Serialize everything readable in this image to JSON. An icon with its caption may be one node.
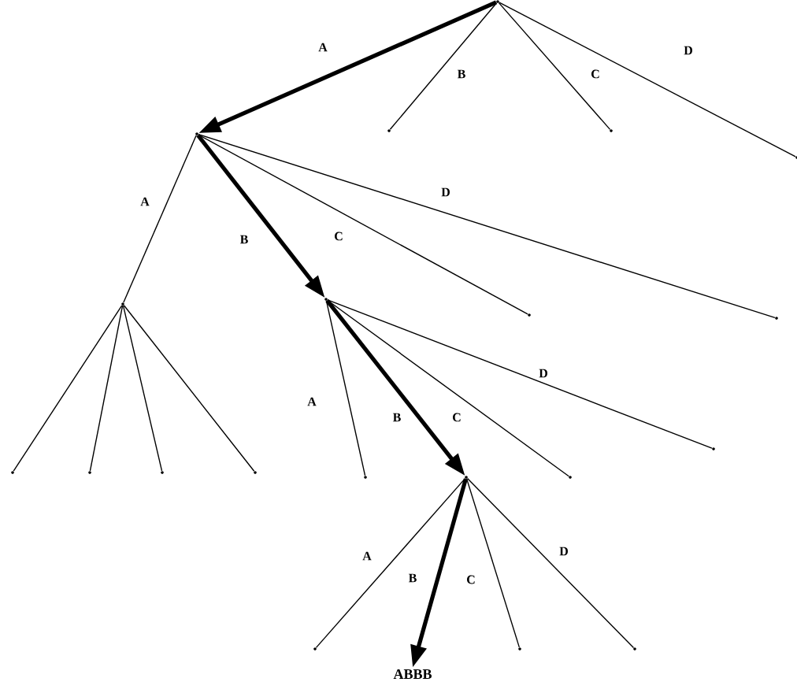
{
  "diagram": {
    "nodes": [
      {
        "text": [],
        "shape": "point"
      },
      {
        "text": [],
        "shape": "point"
      },
      {
        "text": [],
        "shape": "point"
      },
      {
        "text": [],
        "shape": "point"
      },
      {
        "text": [],
        "shape": "point"
      },
      {
        "text": [],
        "shape": "point"
      },
      {
        "text": [],
        "shape": "point"
      },
      {
        "text": [],
        "shape": "point"
      },
      {
        "text": [],
        "shape": "point"
      },
      {
        "text": [],
        "shape": "point"
      },
      {
        "text": [],
        "shape": "point"
      },
      {
        "text": [],
        "shape": "point"
      },
      {
        "text": [],
        "shape": "point"
      },
      {
        "text": [],
        "shape": "point"
      },
      {
        "text": [],
        "shape": "point"
      },
      {
        "text": [],
        "shape": "point"
      },
      {
        "text": [],
        "shape": "point"
      },
      {
        "text": [],
        "shape": "point"
      },
      {
        "text": [
          "ABBB"
        ]
      },
      {
        "text": [],
        "shape": "point"
      },
      {
        "text": [],
        "shape": "point"
      }
    ],
    "edges": [
      {
        "from": 0,
        "to": 1,
        "arrow": "to",
        "label": "A",
        "style": "thick"
      },
      {
        "from": 0,
        "to": 2,
        "arrow": "none",
        "label": "B"
      },
      {
        "from": 0,
        "to": 3,
        "arrow": "none",
        "label": "C"
      },
      {
        "from": 0,
        "to": 4,
        "arrow": "none",
        "label": "D"
      },
      {
        "from": 1,
        "to": 5,
        "arrow": "none",
        "label": "A"
      },
      {
        "from": 1,
        "to": 6,
        "arrow": "to",
        "label": "B",
        "style": "thick"
      },
      {
        "from": 1,
        "to": 7,
        "arrow": "none",
        "label": "C"
      },
      {
        "from": 1,
        "to": 8,
        "arrow": "none",
        "label": "D"
      },
      {
        "from": 5,
        "to": 9,
        "arrow": "none"
      },
      {
        "from": 5,
        "to": 10,
        "arrow": "none"
      },
      {
        "from": 5,
        "to": 11,
        "arrow": "none"
      },
      {
        "from": 5,
        "to": 12,
        "arrow": "none"
      },
      {
        "from": 6,
        "to": 13,
        "arrow": "none",
        "label": "A"
      },
      {
        "from": 6,
        "to": 14,
        "arrow": "to",
        "label": "B",
        "style": "thick"
      },
      {
        "from": 6,
        "to": 15,
        "arrow": "none",
        "label": "C"
      },
      {
        "from": 6,
        "to": 16,
        "arrow": "none",
        "label": "D"
      },
      {
        "from": 14,
        "to": 17,
        "arrow": "none",
        "label": "A"
      },
      {
        "from": 14,
        "to": 18,
        "arrow": "to",
        "label": "B",
        "style": "thick"
      },
      {
        "from": 14,
        "to": 19,
        "arrow": "none",
        "label": "C"
      },
      {
        "from": 14,
        "to": 20,
        "arrow": "none",
        "label": "D"
      }
    ]
  }
}
